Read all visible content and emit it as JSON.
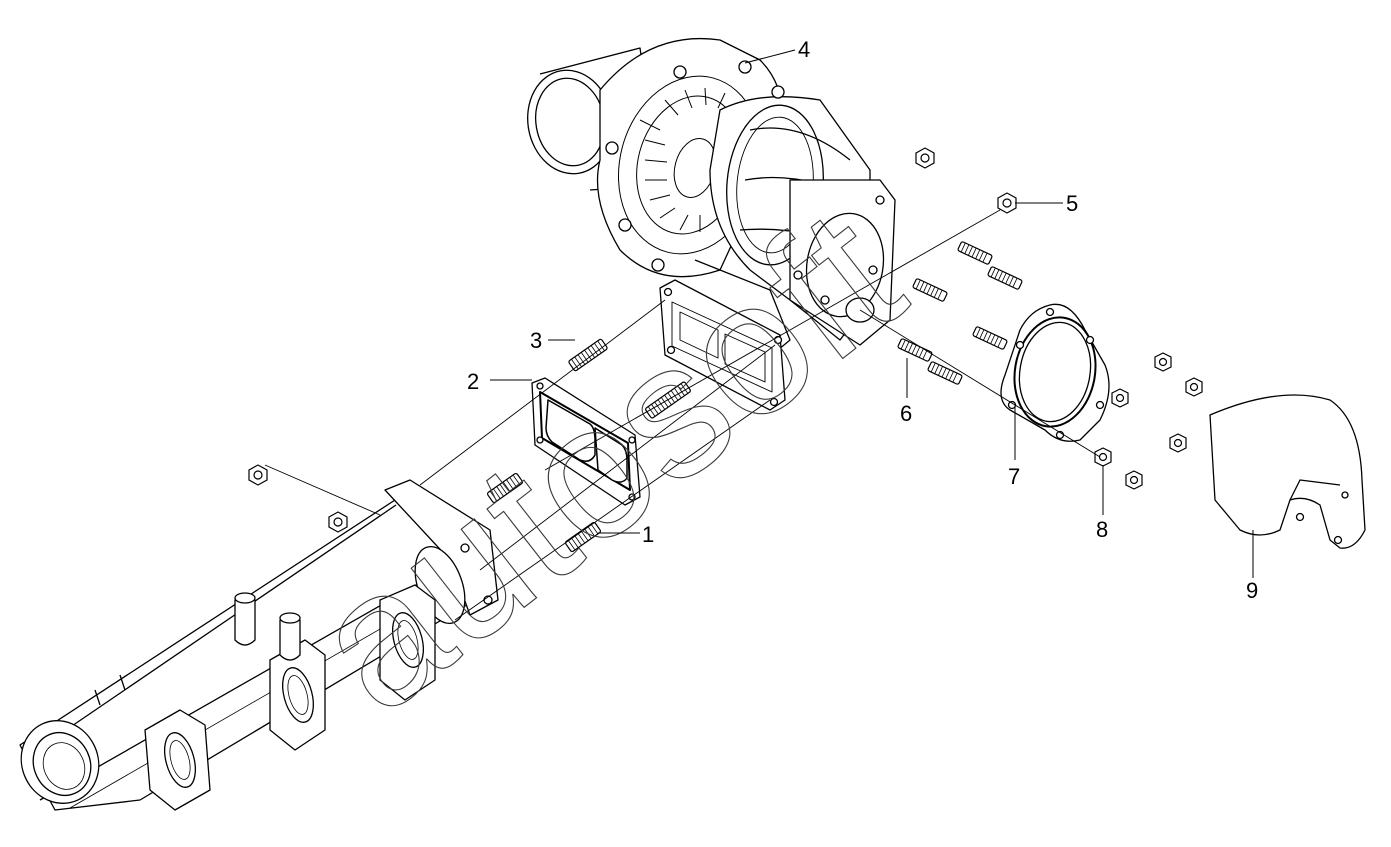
{
  "diagram": {
    "callouts": [
      {
        "id": "1",
        "label": "1"
      },
      {
        "id": "2",
        "label": "2"
      },
      {
        "id": "3",
        "label": "3"
      },
      {
        "id": "4",
        "label": "4"
      },
      {
        "id": "5",
        "label": "5"
      },
      {
        "id": "6",
        "label": "6"
      },
      {
        "id": "7",
        "label": "7"
      },
      {
        "id": "8",
        "label": "8"
      },
      {
        "id": "9",
        "label": "9"
      }
    ],
    "watermark_text": "autosoft",
    "colors": {
      "line": "#000000",
      "background": "#ffffff",
      "watermark_stroke": "#3a3a3a"
    }
  }
}
